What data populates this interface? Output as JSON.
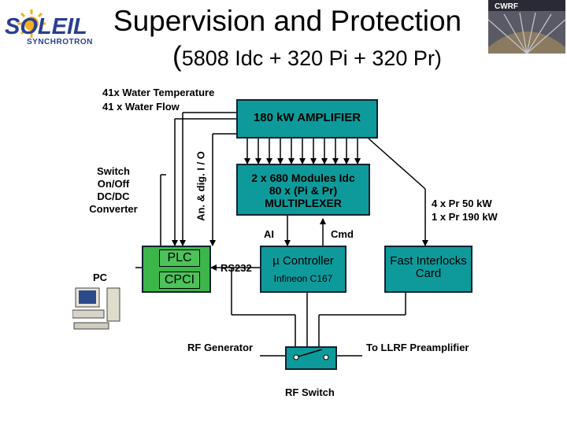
{
  "header": {
    "logo_word": "SOLEIL",
    "logo_sub": "SYNCHROTRON",
    "title": "Supervision and Protection",
    "subtitle_paren_open": "(",
    "subtitle_text": "5808 Idc + 320 Pi + 320 Pr)",
    "photo_badge": "CWRF"
  },
  "labels": {
    "water_temp": "41x Water Temperature",
    "water_flow": "41 x Water Flow",
    "switch_line1": "Switch",
    "switch_line2": "On/Off",
    "switch_line3": "DC/DC",
    "switch_line4": "Converter",
    "an_dig": "An. & dig. I / O",
    "amplifier": "180 kW AMPLIFIER",
    "mux_line1": "2 x 680 Modules Idc",
    "mux_line2": "80 x (Pi & Pr)",
    "mux_line3": "MULTIPLEXER",
    "ai": "AI",
    "cmd": "Cmd",
    "pr_line1": "4 x Pr 50 kW",
    "pr_line2": "1 x Pr 190 kW",
    "plc": "PLC",
    "cpci": "CPCI",
    "pc": "PC",
    "rs232": "RS232",
    "uc_line1": "µ Controller",
    "uc_line2": "Infineon C167",
    "fi_line1": "Fast Interlocks",
    "fi_line2": "Card",
    "rf_generator": "RF Generator",
    "to_llrf": "To LLRF Preamplifier",
    "rf_switch": "RF Switch"
  },
  "colors": {
    "amplifier_fill": "#0e9a9a",
    "mux_fill": "#0e9a9a",
    "controller_fill": "#0e9a9a",
    "plc_fill": "#3cb64a",
    "switch_fill": "#0e9a9a",
    "logo_blue": "#2a3f8f",
    "logo_sun": "#f0b020"
  }
}
